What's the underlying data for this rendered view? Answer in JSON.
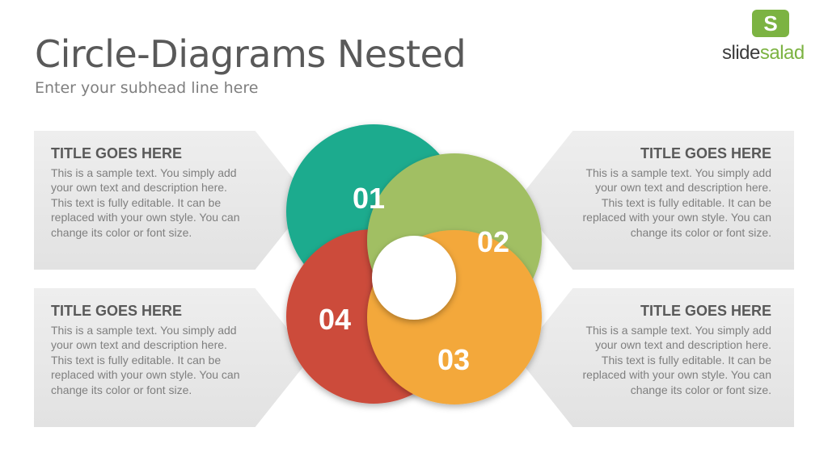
{
  "header": {
    "title": "Circle-Diagrams Nested",
    "subtitle": "Enter your subhead line here"
  },
  "logo": {
    "badge_letter": "S",
    "word_part1": "slide",
    "word_part2": "salad"
  },
  "panels": [
    {
      "title": "TITLE GOES HERE",
      "body": "This is a sample text. You simply add your own text and description here. This text is fully editable. It can be replaced with your own style. You can change its color or font size."
    },
    {
      "title": "TITLE GOES HERE",
      "body": "This is a sample text. You simply add your own text and description here. This text is fully editable. It can be replaced with your own style. You can change its color or font size."
    },
    {
      "title": "TITLE GOES HERE",
      "body": "This is a sample text. You simply add your own text and description here. This text is fully editable. It can be replaced with your own style. You can change its color or font size."
    },
    {
      "title": "TITLE GOES HERE",
      "body": "This is a sample text. You simply add your own text and description here. This text is fully editable. It can be replaced with your own style. You can change its color or font size."
    }
  ],
  "circles": [
    {
      "label": "01",
      "color": "#1aab8e"
    },
    {
      "label": "02",
      "color": "#a1bf64"
    },
    {
      "label": "03",
      "color": "#f3a83b"
    },
    {
      "label": "04",
      "color": "#cc4b3a"
    }
  ],
  "colors": {
    "logo_green": "#7cb342",
    "title_gray": "#595959",
    "body_gray": "#7f7f7f"
  }
}
